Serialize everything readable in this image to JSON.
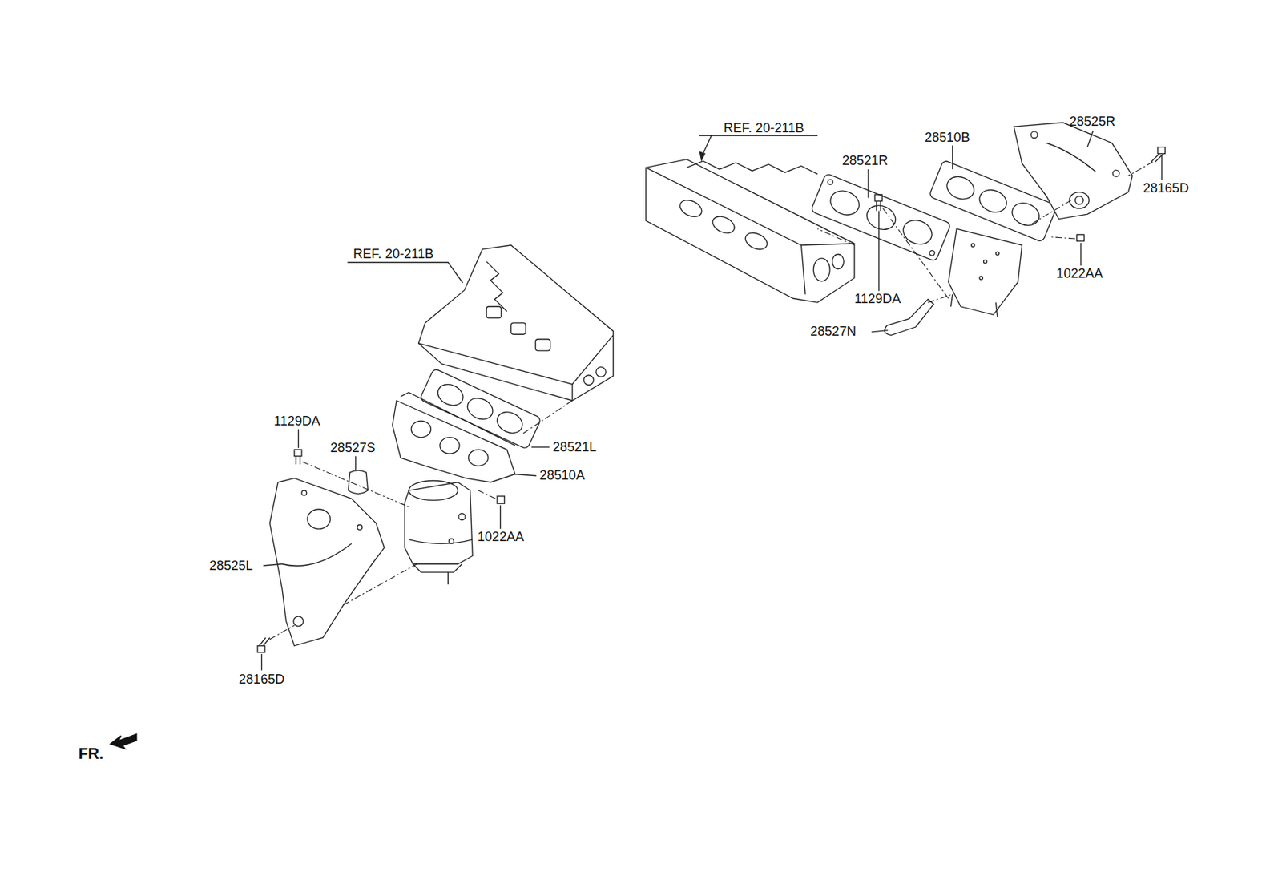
{
  "diagram": {
    "labels": [
      "REF. 20-211B",
      "28525R",
      "28510B",
      "28521R",
      "28165D",
      "1022AA",
      "1129DA",
      "28527N",
      "REF. 20-211B",
      "1129DA",
      "28527S",
      "28521L",
      "28510A",
      "1022AA",
      "28525L",
      "28165D",
      "FR."
    ]
  }
}
